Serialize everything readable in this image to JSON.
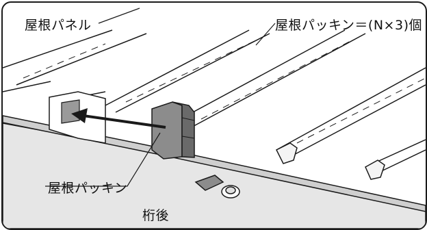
{
  "labels": {
    "roof_panel": "屋根パネル",
    "roof_packing_count": "屋根パッキン＝(N×3)個",
    "roof_packing": "屋根パッキン",
    "girder_rear": "桁後"
  },
  "colors": {
    "line": "#1a1a1a",
    "packing_fill": "#8c8c8c",
    "packing_dark": "#5a5a5a",
    "girder_fill": "#d4d4d4",
    "panel_fill": "#ffffff"
  }
}
